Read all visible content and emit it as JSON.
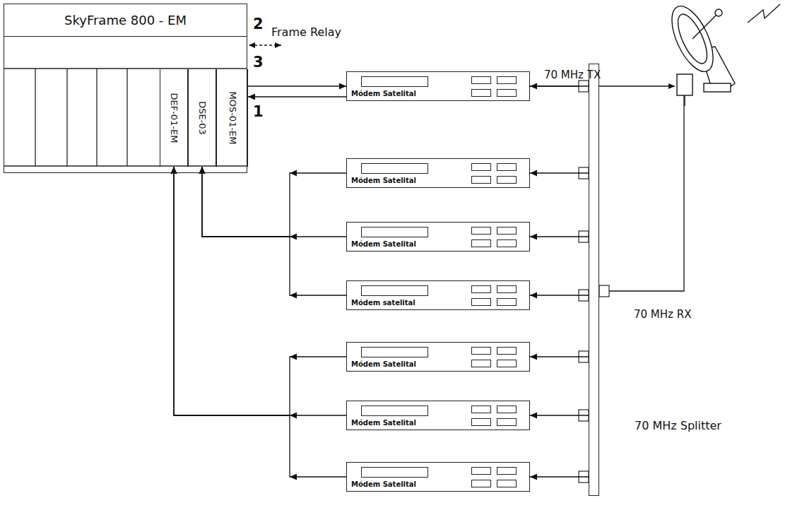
{
  "diagram": {
    "nodes": [
      {
        "text": [
          "SkyFrame 800 - EM"
        ]
      },
      {
        "text": [
          "DEF-01-EM"
        ],
        "in": 0
      },
      {
        "text": [
          "DSE-03"
        ],
        "in": 0
      },
      {
        "text": [
          "MOS-01-EM"
        ],
        "in": 0
      },
      {
        "text": [
          "Módem Satelital"
        ]
      },
      {
        "text": [
          "Módem Satelital"
        ]
      },
      {
        "text": [
          "Módem Satelital"
        ]
      },
      {
        "text": [
          "Módem satelital"
        ]
      },
      {
        "text": [
          "Módem Satelital"
        ]
      },
      {
        "text": [
          "Módem Satelital"
        ]
      },
      {
        "text": [
          "Módem Satelital"
        ]
      },
      {
        "text": [
          "70 MHz Splitter"
        ]
      }
    ],
    "edges": [
      {
        "from": 3,
        "to": 4,
        "arrow": "to"
      },
      {
        "from": 4,
        "to": 3,
        "arrow": "to"
      },
      {
        "from": 5,
        "to": 2,
        "arrow": "to"
      },
      {
        "from": 6,
        "to": 2,
        "arrow": "to"
      },
      {
        "from": 7,
        "to": 2,
        "arrow": "to"
      },
      {
        "from": 8,
        "to": 1,
        "arrow": "to"
      },
      {
        "from": 9,
        "to": 1,
        "arrow": "to"
      },
      {
        "from": 10,
        "to": 1,
        "arrow": "to"
      },
      {
        "from": 11,
        "to": 4,
        "arrow": "to"
      },
      {
        "from": 11,
        "to": 5,
        "arrow": "to"
      },
      {
        "from": 11,
        "to": 6,
        "arrow": "to"
      },
      {
        "from": 11,
        "to": 7,
        "arrow": "to"
      },
      {
        "from": 11,
        "to": 8,
        "arrow": "to"
      },
      {
        "from": 11,
        "to": 9,
        "arrow": "to"
      },
      {
        "from": 11,
        "to": 10,
        "arrow": "to"
      }
    ],
    "labels": [
      "2",
      "Frame Relay",
      "3",
      "1",
      "70 MHz TX",
      "70 MHz RX"
    ]
  }
}
